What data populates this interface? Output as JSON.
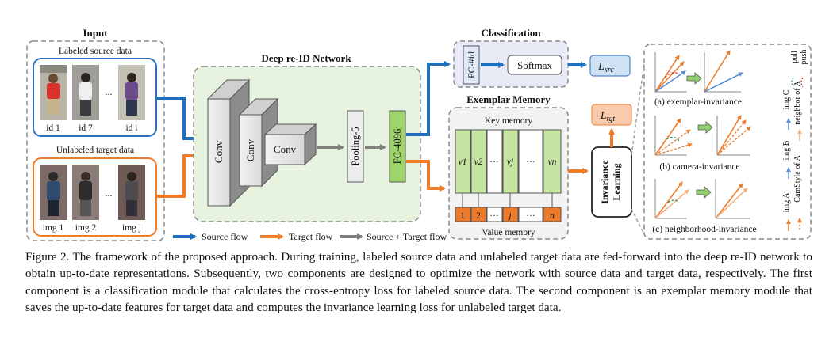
{
  "input": {
    "title": "Input",
    "source_label": "Labeled source data",
    "source_ids": [
      "id 1",
      "id 7",
      "id i"
    ],
    "target_label": "Unlabeled target data",
    "target_ids": [
      "img 1",
      "img 2",
      "img j"
    ],
    "ellipsis": "..."
  },
  "network": {
    "title": "Deep re-ID Network",
    "conv1": "Conv",
    "conv2": "Conv",
    "conv3": "Conv",
    "pooling": "Pooling-5",
    "fc": "FC-4096"
  },
  "classification": {
    "title": "Classification",
    "fc": "FC-#id",
    "softmax": "Softmax",
    "loss_src": "L",
    "loss_src_sub": "src"
  },
  "memory": {
    "title": "Exemplar Memory",
    "key_label": "Key memory",
    "keys": [
      "v1",
      "v2",
      "···",
      "vj",
      "···",
      "vn"
    ],
    "values": [
      "1",
      "2",
      "···",
      "j",
      "···",
      "n"
    ],
    "value_label": "Value memory"
  },
  "invariance": {
    "loss_tgt": "L",
    "loss_tgt_sub": "tgt",
    "learning_line1": "Invariance",
    "learning_line2": "Learning",
    "panel_a": "(a) exemplar-invariance",
    "panel_b": "(b) camera-invariance",
    "panel_c": "(c) neighborhood-invariance",
    "legend_pull": "pull",
    "legend_push": "push",
    "legend_imgC": "img C",
    "legend_neighborA": "neighbor of A",
    "legend_imgB": "img B",
    "legend_camstyle": "CamStyle of A",
    "legend_imgA": "img A"
  },
  "legend": {
    "source_flow": "Source flow",
    "target_flow": "Target flow",
    "both_flow": "Source + Target flow"
  },
  "colors": {
    "source": "#1f6fbf",
    "target": "#ee7d2b",
    "both": "#808080",
    "network_bg": "#e8f3df",
    "memory_green": "#c6e5a3",
    "memory_orange": "#ec7a2a"
  },
  "caption": "Figure 2. The framework of the proposed approach. During training, labeled source data and unlabeled target data are fed-forward into the deep re-ID network to obtain up-to-date representations. Subsequently, two components are designed to optimize the network with source data and target data, respectively. The first component is a classification module that calculates the cross-entropy loss for labeled source data. The second component is an exemplar memory module that saves the up-to-date features for target data and computes the invariance learning loss for unlabeled target data."
}
